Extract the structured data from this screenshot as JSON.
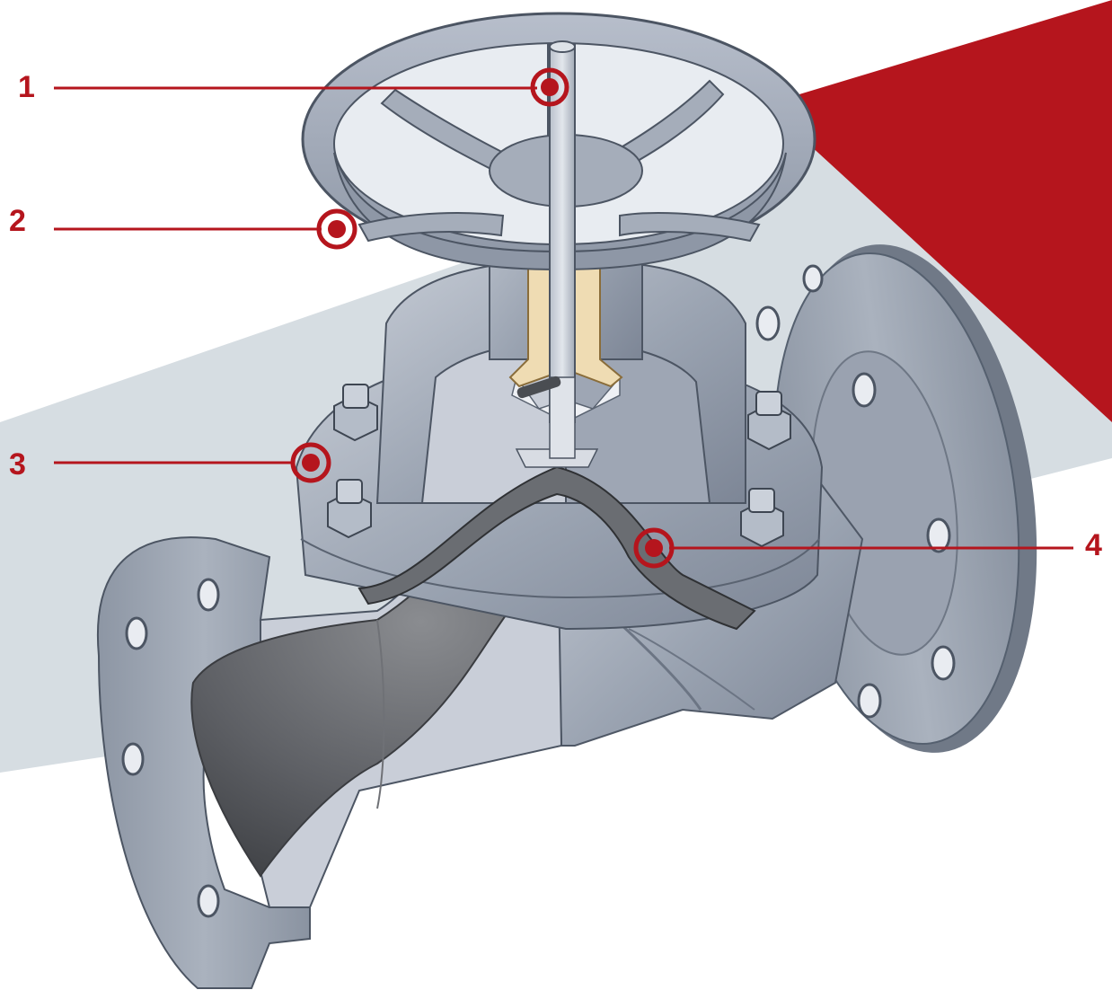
{
  "colors": {
    "accent_red": "#b5151d",
    "pipe_band_grey": "#d6dde2",
    "valve_steel": "#a9b1bf",
    "valve_steel_dark": "#7c8594",
    "cutaway_face": "#c9ced8",
    "body_interior": "#5c5e63",
    "brass": "#efdcb3"
  },
  "callouts": [
    {
      "number": "1",
      "target": "handwheel-stem"
    },
    {
      "number": "2",
      "target": "handwheel"
    },
    {
      "number": "3",
      "target": "bonnet-flange"
    },
    {
      "number": "4",
      "target": "diaphragm"
    }
  ]
}
